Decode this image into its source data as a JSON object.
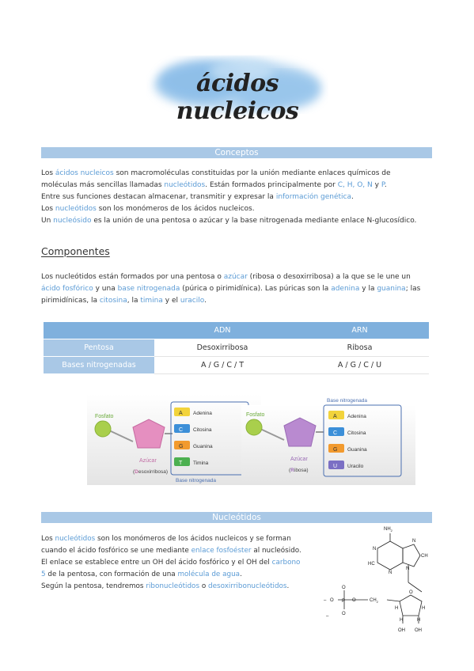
{
  "title": "ácidos nucleicos",
  "sections": {
    "conceptos": "Conceptos",
    "nucleotidos": "Nucleótidos"
  },
  "conceptos": {
    "l1": {
      "a": "Los ",
      "b": "ácidos nucleicos",
      "c": " son macromoléculas constituidas por la unión mediante enlaces químicos de"
    },
    "l2": {
      "a": "moléculas más sencillas llamadas ",
      "b": "nucleótidos",
      "c": ". Están formados principalmente por ",
      "d": "C, H, O, N",
      "e": " y ",
      "f": "P",
      "g": "."
    },
    "l3": {
      "a": "Entre sus funciones destacan almacenar, transmitir y expresar la ",
      "b": "información genética",
      "c": "."
    },
    "l4": {
      "a": "Los ",
      "b": "nucleótidos",
      "c": " son los monómeros de los ácidos nucleicos."
    },
    "l5": {
      "a": "Un ",
      "b": "nucleósido",
      "c": " es la unión de una pentosa o azúcar y la base nitrogenada mediante enlace N-glucosídico."
    }
  },
  "componentes": {
    "heading": "Componentes",
    "l1": {
      "a": "Los nucleótidos están formados por una pentosa o ",
      "b": "azúcar",
      "c": " (ribosa o desoxirribosa) a la que se le une un"
    },
    "l2": {
      "a": "ácido fosfórico",
      "b": " y una ",
      "c": "base nitrogenada",
      "d": " (púrica o pirimidínica). Las púricas son la ",
      "e": "adenina",
      "f": " y la ",
      "g": "guanina",
      "h": "; las"
    },
    "l3": {
      "a": "pirimidínicas, la ",
      "b": "citosina",
      "c": ", la ",
      "d": "timina",
      "e": " y el ",
      "f": "uracilo",
      "g": "."
    }
  },
  "table": {
    "headers": [
      "ADN",
      "ARN"
    ],
    "rows": [
      {
        "label": "Pentosa",
        "adn": "Desoxirribosa",
        "arn": "Ribosa"
      },
      {
        "label": "Bases nitrogenadas",
        "adn": "A / G / C / T",
        "arn": "A / G / C / U"
      }
    ]
  },
  "fig_adn": {
    "fosfato": "Fosfato",
    "azucar": "Azúcar",
    "caption_d": "D",
    "caption_rest": "esoxirribosa)",
    "caption_open": "(",
    "base_label": "Base nitrogenada",
    "bases": [
      {
        "letter": "A",
        "name": "Adenina",
        "color": "#f2d33b"
      },
      {
        "letter": "C",
        "name": "Citosina",
        "color": "#3c8fd8"
      },
      {
        "letter": "G",
        "name": "Guanina",
        "color": "#f29a2e"
      },
      {
        "letter": "T",
        "name": "Timina",
        "color": "#4cb050"
      }
    ]
  },
  "fig_arn": {
    "fosfato": "Fosfato",
    "azucar": "Azúcar",
    "caption_r": "R",
    "caption_rest": "ibosa)",
    "caption_open": "(",
    "base_label": "Base nitrogenada",
    "bases": [
      {
        "letter": "A",
        "name": "Adenina",
        "color": "#f2d33b"
      },
      {
        "letter": "C",
        "name": "Citosina",
        "color": "#3c8fd8"
      },
      {
        "letter": "G",
        "name": "Guanina",
        "color": "#f29a2e"
      },
      {
        "letter": "U",
        "name": "Uracilo",
        "color": "#7b6fc4"
      }
    ]
  },
  "nucleotidos_text": {
    "l1": {
      "a": "Los ",
      "b": "nucleótidos",
      "c": " son los monómeros de los ácidos nucleicos y se forman"
    },
    "l2": {
      "a": "cuando el ácido fosfórico se une mediante ",
      "b": "enlace fosfoéster",
      "c": " al nucleósido."
    },
    "l3": {
      "a": "El enlace se establece entre un OH del ácido fosfórico y el OH del ",
      "b": "carbono"
    },
    "l4": {
      "a": "5",
      "b": " de la pentosa, con formación de una ",
      "c": "molécula de agua",
      "d": "."
    },
    "l5": {
      "a": "Según la pentosa, tendremos ",
      "b": "ribonucleótidos",
      "c": " o ",
      "d": "desoxirribonucleótidos",
      "e": "."
    }
  },
  "structure": {
    "nh2": "NH",
    "nh2_sub": "2",
    "n_atom": "N",
    "hc": "HC",
    "ch": "CH",
    "o": "O",
    "p": "P",
    "ch2": "CH",
    "ch2_sub": "2",
    "h": "H",
    "oh": "OH",
    "minus": "–"
  },
  "colors": {
    "accent": "#5b9bd5",
    "band": "#a9c8e6",
    "table_header": "#7fb0dd"
  }
}
